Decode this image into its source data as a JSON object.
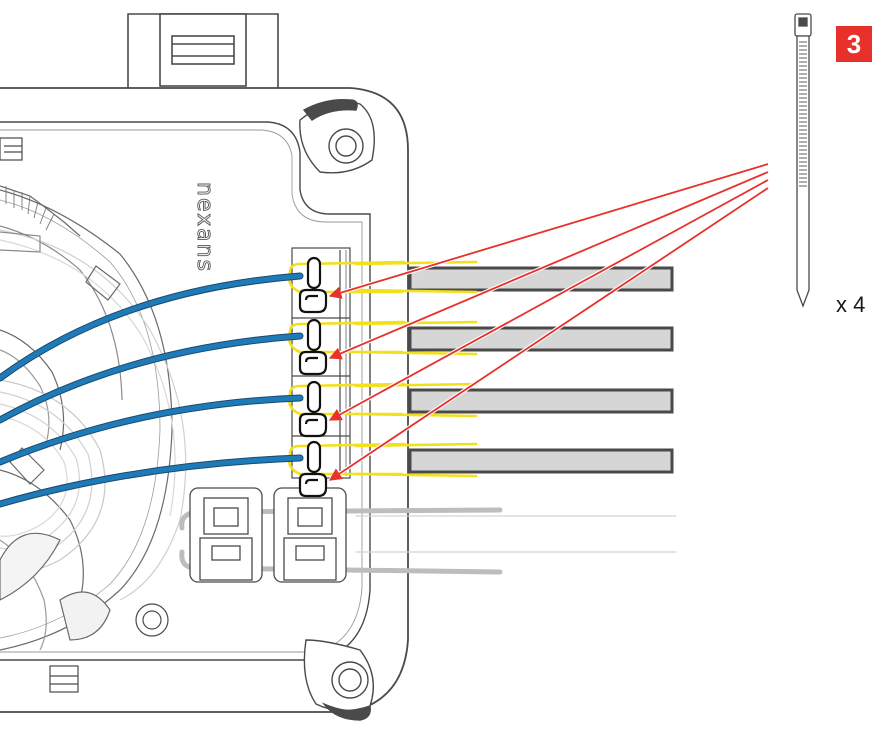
{
  "step": {
    "number": "3"
  },
  "quantity": {
    "label": "x 4"
  },
  "enclosure": {
    "brand": "nexans"
  },
  "icons": [
    "cable-tie-icon",
    "arrow-icon"
  ],
  "colors": {
    "arrow": "#e8312b",
    "fiber_blue": "#1f7ab8",
    "ribbon_yellow": "#f2e11a",
    "cable_gray": "#bdbdbd",
    "outline": "#4a4a4a"
  }
}
